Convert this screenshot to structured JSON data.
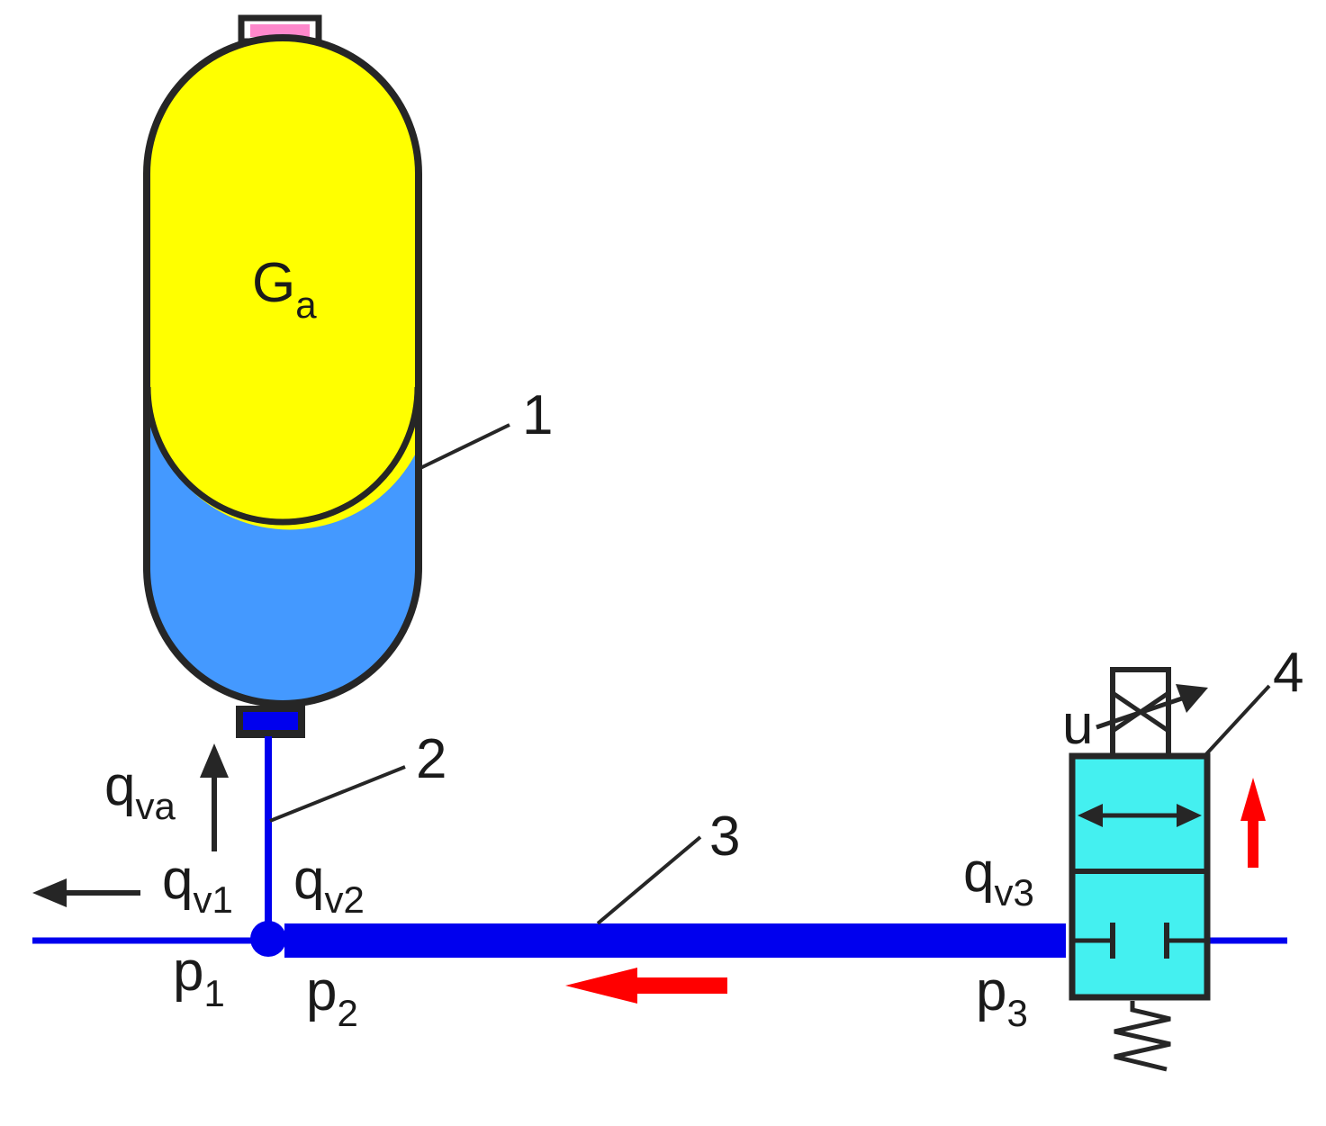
{
  "labels": {
    "gas": {
      "main": "G",
      "sub": "a"
    },
    "callout_1": "1",
    "callout_2": "2",
    "callout_3": "3",
    "callout_4": "4",
    "control_input": "u",
    "flow_accumulator": {
      "main": "q",
      "sub": "va"
    },
    "flow_1": {
      "main": "q",
      "sub": "v1"
    },
    "flow_2": {
      "main": "q",
      "sub": "v2"
    },
    "flow_3": {
      "main": "q",
      "sub": "v3"
    },
    "pressure_1": {
      "main": "p",
      "sub": "1"
    },
    "pressure_2": {
      "main": "p",
      "sub": "2"
    },
    "pressure_3": {
      "main": "p",
      "sub": "3"
    }
  },
  "colors": {
    "gas": "#ffff00",
    "liquid": "#4499ff",
    "pipe": "#0000ee",
    "valve": "#44f0f0",
    "outline": "#262626",
    "cap": "#ff88cc",
    "flow_arrow": "#ff0000"
  }
}
